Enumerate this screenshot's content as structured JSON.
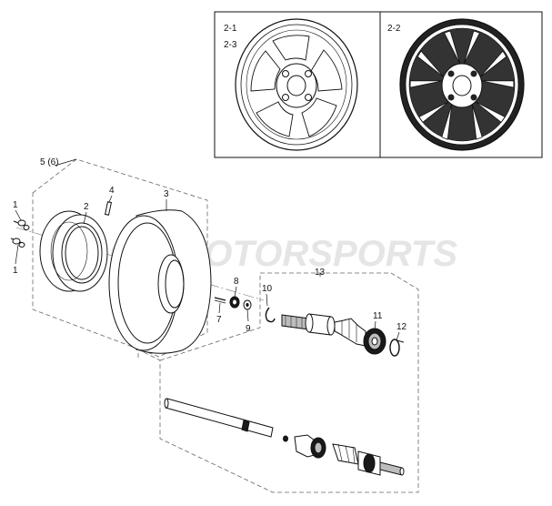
{
  "watermark": "GR MOTORSPORTS",
  "inset": {
    "left_labels": [
      "2-1",
      "2-3"
    ],
    "right_label": "2-2"
  },
  "callouts": {
    "hub_group": "5 (6)",
    "nut_top": "1",
    "nut_bottom": "1",
    "rim": "2",
    "valve": "4",
    "tire": "3",
    "cotter_pin": "7",
    "castle_nut": "8",
    "washer": "9",
    "circlip": "10",
    "cv_boot_joint": "11",
    "clamp": "12",
    "axle_assembly": "13"
  }
}
